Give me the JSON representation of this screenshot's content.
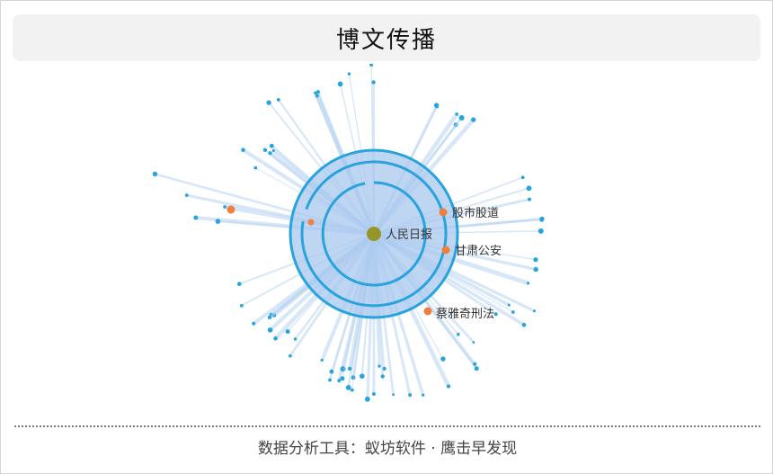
{
  "header": {
    "title": "博文传播"
  },
  "footer": {
    "text": "数据分析工具：蚁坊软件 · 鹰击早发现"
  },
  "colors": {
    "ring": "#29a3dd",
    "disk": "#a9c8ef",
    "core": "#97952a",
    "key_node": "#ef7f3c",
    "edge": "#b7d3f0",
    "leaf": "#29a3dd"
  },
  "chart_data": {
    "type": "radial-propagation",
    "title": "博文传播",
    "root": {
      "name": "人民日报"
    },
    "key_nodes": [
      {
        "name": "股市股道"
      },
      {
        "name": "甘肃公安"
      },
      {
        "name": "蔡雅奇刑法"
      }
    ],
    "grid": false,
    "legend": "none"
  }
}
